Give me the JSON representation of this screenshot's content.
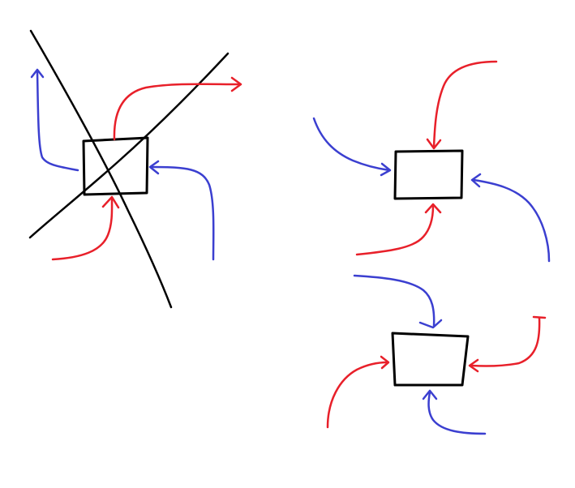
{
  "colors": {
    "background": "#ffffff",
    "box": "#000000",
    "cross": "#000000",
    "red": "#e8202a",
    "blue": "#3b3fd0"
  },
  "groups": [
    {
      "id": "left-crossed-out",
      "boxes": 1,
      "crossed_out": true,
      "red_arrows": 2,
      "blue_arrows": 2
    },
    {
      "id": "right-top",
      "boxes": 1,
      "crossed_out": false,
      "red_arrows": 2,
      "blue_arrows": 2
    },
    {
      "id": "right-bottom",
      "boxes": 1,
      "crossed_out": false,
      "red_arrows": 2,
      "blue_arrows": 2
    }
  ]
}
